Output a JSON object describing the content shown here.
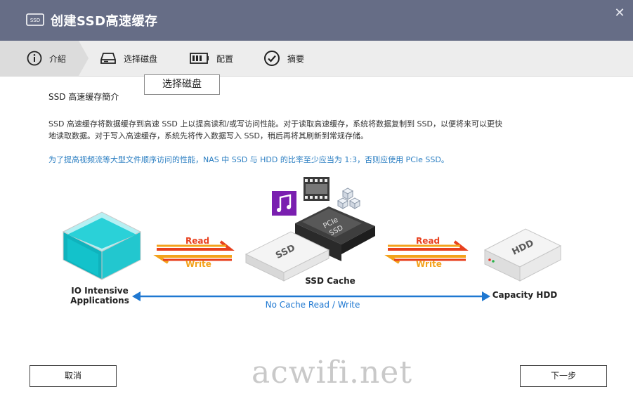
{
  "window": {
    "title": "创建SSD高速缓存",
    "title_icon": "ssd-icon",
    "close_glyph": "✕"
  },
  "steps": [
    {
      "label": "介紹",
      "icon": "info-icon",
      "active": true
    },
    {
      "label": "选择磁盘",
      "icon": "disk-icon",
      "active": false
    },
    {
      "label": "配置",
      "icon": "config-icon",
      "active": false
    },
    {
      "label": "摘要",
      "icon": "check-circle-icon",
      "active": false
    }
  ],
  "tooltip": "选择磁盘",
  "intro": {
    "heading": "SSD 高速缓存簡介",
    "line1": "SSD 高速缓存将数据缓存到高速 SSD 上以提高读和/或写访问性能。对于读取高速缓存，系統将数据复制到 SSD，以便将来可以更快",
    "line2": "地读取数据。对于写入高速缓存，系統先将传入数据写入 SSD，稍后再将其刷新到常规存储。",
    "note": "为了提高视频流等大型文件顺序访问的性能，NAS 中 SSD 与 HDD 的比率至少应当为 1:3，否则应使用 PCIe SSD。"
  },
  "diagram": {
    "app_label_1": "IO Intensive",
    "app_label_2": "Applications",
    "cache_label": "SSD Cache",
    "hdd_label": "Capacity HDD",
    "read": "Read",
    "write": "Write",
    "no_cache": "No Cache Read / Write",
    "ssd_text": "SSD",
    "hdd_text": "HDD",
    "pcie_text_1": "PCIe",
    "pcie_text_2": "SSD",
    "colors": {
      "read": "#e8401e",
      "write": "#f3a21b",
      "link": "#1f78d1",
      "music": "#7a1fb0",
      "cube": "#19c0c8"
    }
  },
  "buttons": {
    "cancel": "取消",
    "next": "下一步"
  },
  "watermark": "acwifi.net"
}
